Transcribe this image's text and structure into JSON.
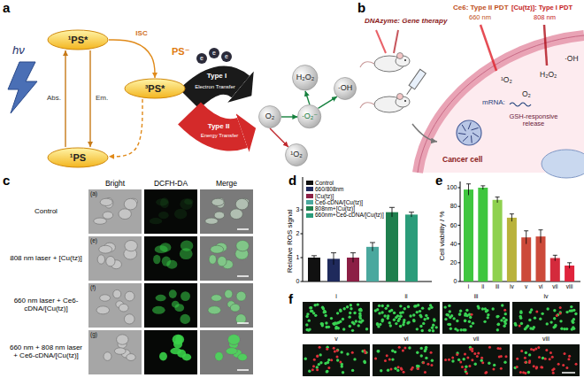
{
  "diagram": {
    "nodes": [
      {
        "text": [
          "¹PS*"
        ]
      },
      {
        "text": [
          "³PS*"
        ]
      },
      {
        "text": [
          "¹PS"
        ]
      },
      {
        "text": [
          "O₂"
        ]
      },
      {
        "text": [
          "·O₂⁻"
        ]
      },
      {
        "text": [
          "H₂O₂"
        ]
      },
      {
        "text": [
          "·OH"
        ]
      },
      {
        "text": [
          "¹O₂"
        ]
      }
    ],
    "edges": [
      {
        "from": 2,
        "to": 0,
        "label": "Abs.",
        "arrow": "to"
      },
      {
        "from": 0,
        "to": 2,
        "label": "Em.",
        "arrow": "to"
      },
      {
        "from": 0,
        "to": 1,
        "label": "ISC",
        "arrow": "to"
      },
      {
        "from": 1,
        "to": 2,
        "arrow": "to"
      },
      {
        "from": 3,
        "to": 4,
        "arrow": "to"
      },
      {
        "from": 4,
        "to": 5,
        "arrow": "to"
      },
      {
        "from": 4,
        "to": 6,
        "arrow": "to"
      },
      {
        "from": 3,
        "to": 7,
        "arrow": "to"
      }
    ],
    "labels": [
      "a",
      "hν",
      "PS⁻",
      "e",
      "e",
      "e",
      "Type I",
      "Electron Transfer",
      "Type II",
      "Energy Transfer",
      "b",
      "DNAzyme: Gene therapy",
      "Ce6: Type II PDT",
      "660 nm",
      "[Cu(tz)]: Type I PDT",
      "808 nm",
      "¹O₂",
      "O₂",
      "mRNA:",
      "H₂O₂",
      "·OH",
      "GSH-responsive release",
      "Cancer cell",
      "c",
      "Bright",
      "DCFH-DA",
      "Merge",
      "Control",
      "(a)",
      "808 nm laser + [Cu(tz)]",
      "(e)",
      "660 nm laser + Ce6-cDNA/[Cu(tz)]",
      "(f)",
      "660 nm + 808 nm laser + Ce6-cDNA/[Cu(tz)]",
      "(g)",
      "d",
      "Relative ROS signal",
      "0",
      "1",
      "2",
      "3",
      "e",
      "Cell viability / %",
      "0",
      "20",
      "40",
      "60",
      "80",
      "100",
      "i",
      "ii",
      "iii",
      "iv",
      "v",
      "vi",
      "vii",
      "viii",
      "f",
      "i",
      "ii",
      "iii",
      "iv",
      "v",
      "vi",
      "vii",
      "viii"
    ],
    "legend": [
      {
        "text": "Control",
        "color": "#111111"
      },
      {
        "text": "660/808nm",
        "color": "#1f2a5c"
      },
      {
        "text": "[Cu(tz)]",
        "color": "#8c1f45"
      },
      {
        "text": "Ce6-cDNA/[Cu(tz)]",
        "color": "#4aa89e"
      },
      {
        "text": "808nm+[Cu(tz)]",
        "color": "#1f7f4e"
      },
      {
        "text": "660nm+Ce6-cDNA/[Cu(tz)]",
        "color": "#2b9c7a"
      }
    ]
  }
}
